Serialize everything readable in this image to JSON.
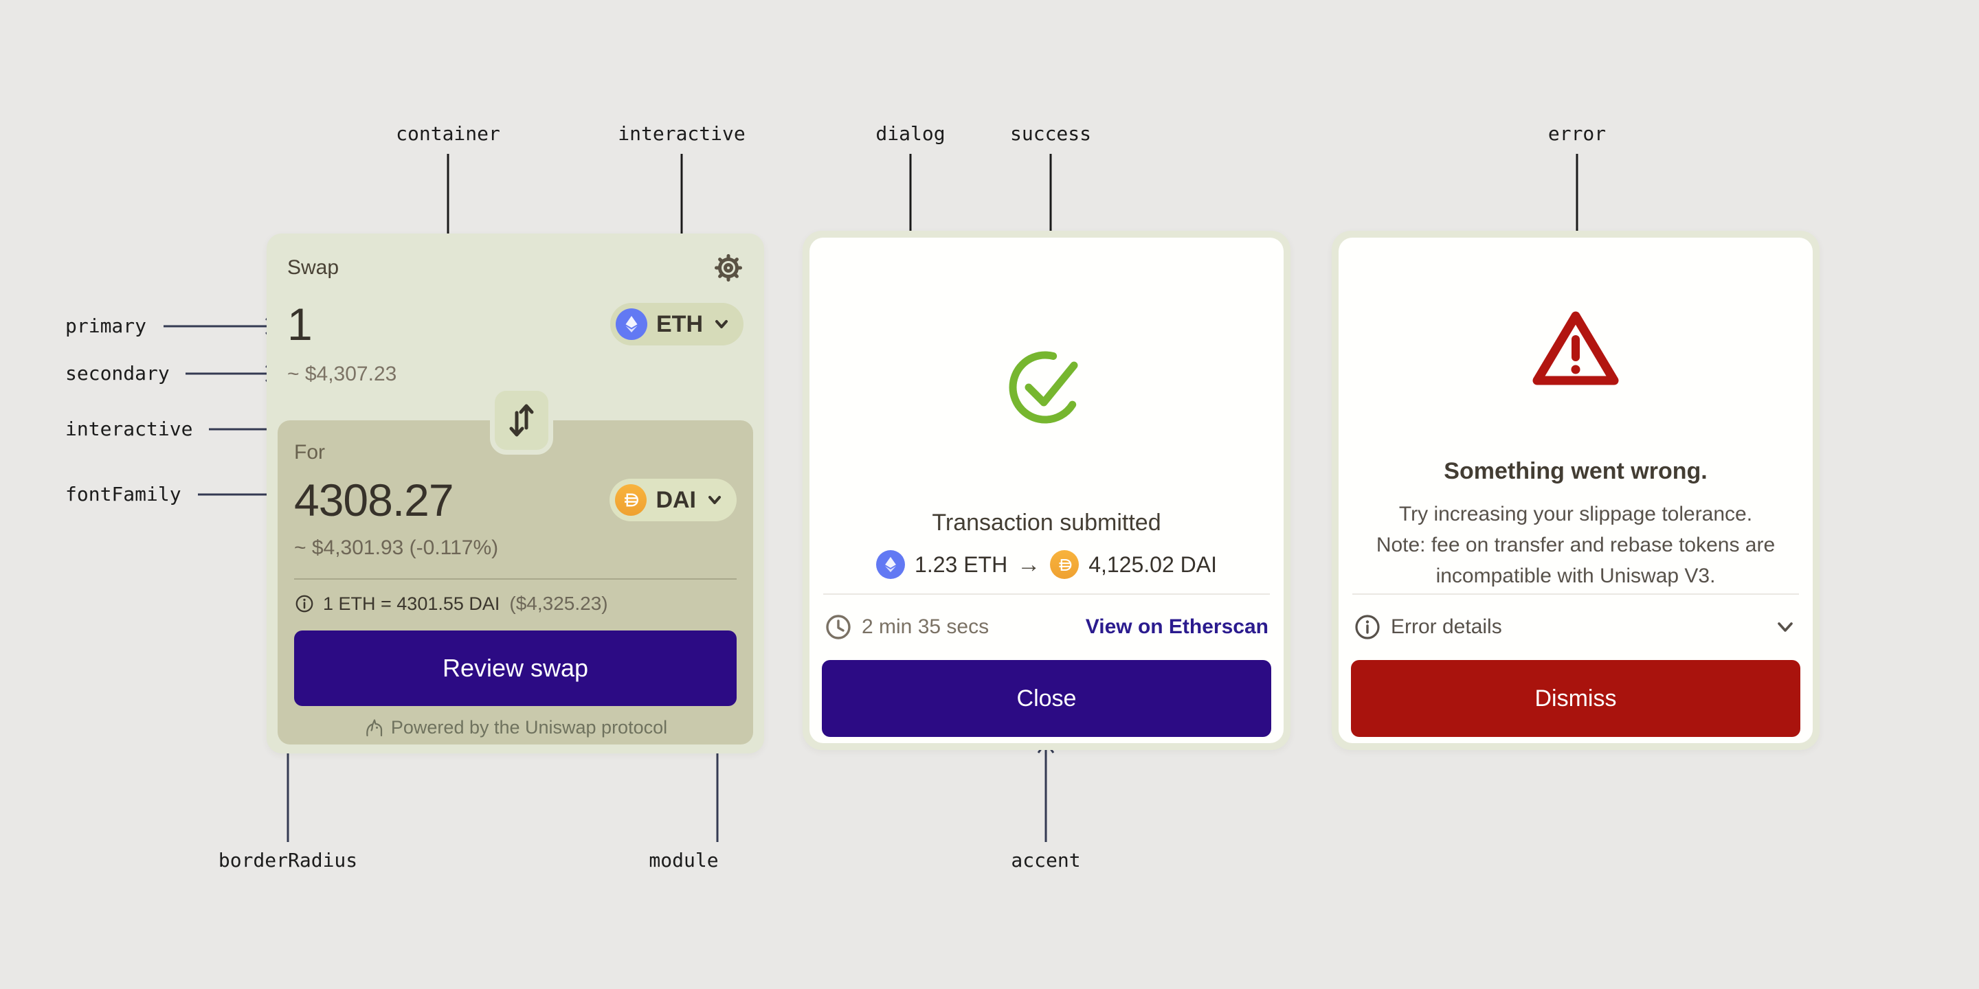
{
  "colors": {
    "accent": "#2c0b84",
    "error": "#a9130d",
    "success": "#76b62f",
    "container_bg": "#e2e6d4",
    "module_bg": "#c9c9ac",
    "page_bg": "#e9e8e6"
  },
  "annotations": {
    "container": "container",
    "interactive_top": "interactive",
    "dialog": "dialog",
    "success": "success",
    "error": "error",
    "primary": "primary",
    "secondary": "secondary",
    "interactive_left": "interactive",
    "fontFamily": "fontFamily",
    "borderRadius": "borderRadius",
    "module": "module",
    "accent": "accent"
  },
  "swap": {
    "title": "Swap",
    "input_amount": "1",
    "input_usd": "~ $4,307.23",
    "input_token": "ETH",
    "for_label": "For",
    "output_amount": "4308.27",
    "output_usd": "~ $4,301.93 (-0.117%)",
    "output_token": "DAI",
    "rate": "1 ETH = 4301.55 DAI",
    "rate_usd": "($4,325.23)",
    "review_button": "Review swap",
    "powered_by": "Powered by the Uniswap protocol"
  },
  "dialog": {
    "heading": "Transaction submitted",
    "from_amount": "1.23 ETH",
    "arrow": "→",
    "to_amount": "4,125.02 DAI",
    "duration": "2 min 35 secs",
    "link": "View on Etherscan",
    "close_button": "Close"
  },
  "error": {
    "heading": "Something went wrong.",
    "body": [
      "Try increasing your slippage tolerance.",
      "Note: fee on transfer and rebase tokens are",
      "incompatible with Uniswap V3."
    ],
    "details_label": "Error details",
    "dismiss_button": "Dismiss"
  }
}
